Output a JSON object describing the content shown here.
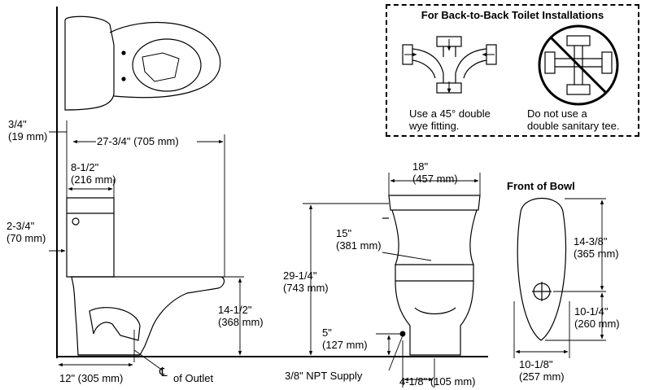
{
  "inset": {
    "title": "For Back-to-Back Toilet Installations",
    "good_caption": [
      "Use a 45° double",
      "wye fitting."
    ],
    "bad_caption": [
      "Do not use a",
      "double sanitary tee."
    ]
  },
  "side_view": {
    "dim_top_offset": [
      "3/4\"",
      "(19 mm)"
    ],
    "dim_overall_depth": "27-3/4\" (705 mm)",
    "dim_tank_depth": [
      "8-1/2\"",
      "(216 mm)"
    ],
    "dim_tank_offset": [
      "2-3/4\"",
      "(70 mm)"
    ],
    "dim_rim_height": [
      "14-1/2\"",
      "(368 mm)"
    ],
    "dim_rough_in": "12\" (305 mm)",
    "outlet_label": "of Outlet"
  },
  "front_view": {
    "dim_width": [
      "18\"",
      "(457 mm)"
    ],
    "dim_seat_height": [
      "15\"",
      "(381 mm)"
    ],
    "dim_overall_height": [
      "29-1/4\"",
      "(743 mm)"
    ],
    "dim_supply_height": [
      "5\"",
      "(127 mm)"
    ],
    "supply_label": "3/8\" NPT Supply",
    "dim_supply_offset": "4-1/8\" (105 mm)"
  },
  "bowl_view": {
    "title": "Front of Bowl",
    "dim_length": [
      "14-3/8\"",
      "(365 mm)"
    ],
    "dim_outlet": [
      "10-1/4\"",
      "(260 mm)"
    ],
    "dim_width": [
      "10-1/8\"",
      "(257 mm)"
    ]
  }
}
